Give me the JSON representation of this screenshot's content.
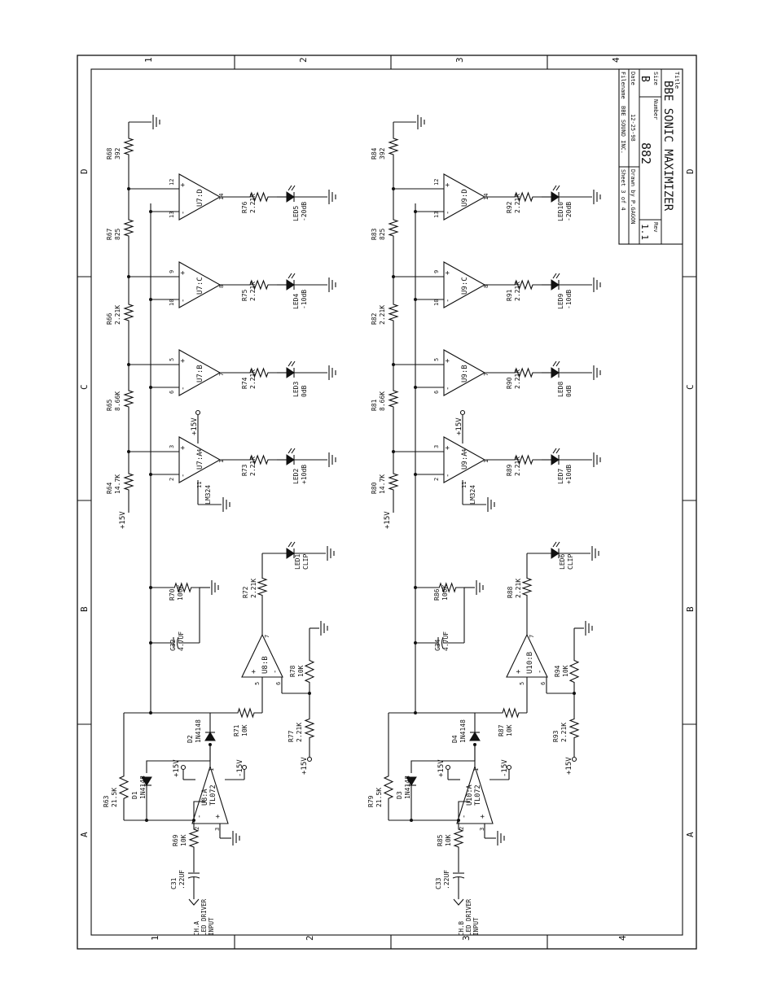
{
  "title_block": {
    "title_label": "Title",
    "title": "BBE SONIC MAXIMIZER",
    "size_label": "Size",
    "size": "B",
    "number_label": "Number",
    "number": "882",
    "rev_label": "Rev",
    "rev": "1.1",
    "date_label": "Date",
    "date": "12-25-98",
    "drawn_by": "Drawn by P.GAGON",
    "filename_label": "Filename",
    "filename": "BBE SOUND INC.",
    "sheet": "Sheet  3  of  4"
  },
  "border": {
    "numbers": [
      "1",
      "2",
      "3",
      "4"
    ],
    "letters": [
      "A",
      "B",
      "C",
      "D"
    ]
  },
  "channels": [
    {
      "input_label": [
        "CH.A",
        "LED DRIVER",
        "INPUT"
      ],
      "cap_in": [
        "C31",
        ".22UF"
      ],
      "r_in": [
        "R69",
        "10K"
      ],
      "r_fb": [
        "R63",
        "21.5K"
      ],
      "d_fb": [
        "D1",
        "1N4148"
      ],
      "rect_amp": [
        "U8:A",
        "TL072"
      ],
      "d_out": [
        "D2",
        "1N4148"
      ],
      "r_buf": [
        "R71",
        "10K"
      ],
      "cap_hold": [
        "C32",
        "4.7UF"
      ],
      "r_hold": [
        "R70",
        "100K"
      ],
      "clip_amp": "U8:B",
      "r_ref1": [
        "R77",
        "2.21K"
      ],
      "r_ref2": [
        "R78",
        "10K"
      ],
      "r_clip": [
        "R72",
        "2.21K"
      ],
      "clip_led": [
        "LED1",
        "CLIP"
      ],
      "ladder_top": [
        "R68",
        "392"
      ],
      "ladder": [
        {
          "r": [
            "R64",
            "14.7K"
          ],
          "amp": "U7:A",
          "r_led": [
            "R73",
            "2.21K"
          ],
          "led": [
            "LED2",
            "+10dB"
          ]
        },
        {
          "r": [
            "R65",
            "8.66K"
          ],
          "amp": "U7:B",
          "r_led": [
            "R74",
            "2.21K"
          ],
          "led": [
            "LED3",
            "0dB"
          ]
        },
        {
          "r": [
            "R66",
            "2.21K"
          ],
          "amp": "U7:C",
          "r_led": [
            "R75",
            "2.21K"
          ],
          "led": [
            "LED4",
            "-10dB"
          ]
        },
        {
          "r": [
            "R67",
            "825"
          ],
          "amp": "U7:D",
          "r_led": [
            "R76",
            "2.21K"
          ],
          "led": [
            "LED5",
            "-20dB"
          ]
        }
      ],
      "quad_part": "LM324"
    },
    {
      "input_label": [
        "CH.B",
        "LED DRIVER",
        "INPUT"
      ],
      "cap_in": [
        "C33",
        ".22UF"
      ],
      "r_in": [
        "R85",
        "10K"
      ],
      "r_fb": [
        "R79",
        "21.5K"
      ],
      "d_fb": [
        "D3",
        "1N4148"
      ],
      "rect_amp": [
        "U10:A",
        "TL072"
      ],
      "d_out": [
        "D4",
        "1N4148"
      ],
      "r_buf": [
        "R87",
        "10K"
      ],
      "cap_hold": [
        "C34",
        "4.7UF"
      ],
      "r_hold": [
        "R86",
        "100K"
      ],
      "clip_amp": "U10:B",
      "r_ref1": [
        "R93",
        "2.21K"
      ],
      "r_ref2": [
        "R94",
        "10K"
      ],
      "r_clip": [
        "R88",
        "2.21K"
      ],
      "clip_led": [
        "LED6",
        "CLIP"
      ],
      "ladder_top": [
        "R84",
        "392"
      ],
      "ladder": [
        {
          "r": [
            "R80",
            "14.7K"
          ],
          "amp": "U9:A",
          "r_led": [
            "R89",
            "2.21K"
          ],
          "led": [
            "LED7",
            "+10dB"
          ]
        },
        {
          "r": [
            "R81",
            "8.66K"
          ],
          "amp": "U9:B",
          "r_led": [
            "R90",
            "2.21K"
          ],
          "led": [
            "LED8",
            "0dB"
          ]
        },
        {
          "r": [
            "R82",
            "2.21K"
          ],
          "amp": "U9:C",
          "r_led": [
            "R91",
            "2.21K"
          ],
          "led": [
            "LED9",
            "-10dB"
          ]
        },
        {
          "r": [
            "R83",
            "825"
          ],
          "amp": "U9:D",
          "r_led": [
            "R92",
            "2.21K"
          ],
          "led": [
            "LED10",
            "-20dB"
          ]
        }
      ],
      "quad_part": "LM324"
    }
  ],
  "rails": {
    "pos": "+15V",
    "neg": "-15V"
  },
  "colors": {
    "ink": "#111111",
    "paper": "#ffffff"
  }
}
